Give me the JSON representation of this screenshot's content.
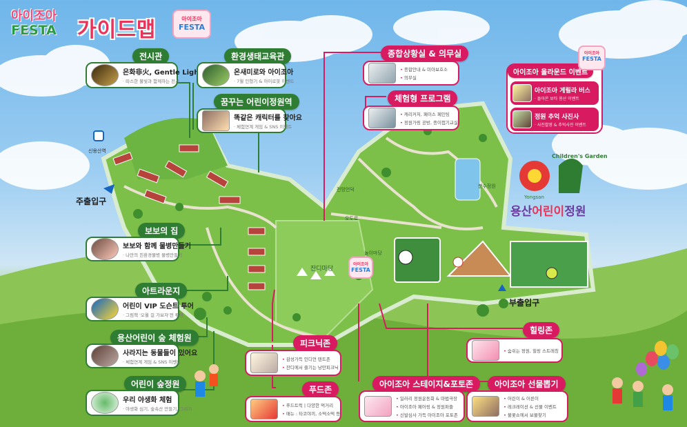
{
  "brand": {
    "line1": "아이조아",
    "line2": "FESTA",
    "title": "가이드맵"
  },
  "badge_text": {
    "line1": "아이조아",
    "line2": "FESTA"
  },
  "zones_left": [
    {
      "header": "전시관",
      "title": "은화非火, Gentle Light",
      "sub": "· 따스한 불빛과 함께하는 전시"
    },
    {
      "header": "환경생태교육관",
      "title": "온새미로와 아이조아",
      "sub": "· 7월 인형기 & 아이로봇 이벤트"
    },
    {
      "header": "꿈꾸는 어린이정원역",
      "title": "똑같은 캐릭터를 찾아요",
      "sub": "· 체험연계 게임 & SNS 이벤트"
    },
    {
      "header": "보보의 집",
      "title": "보보와 함께 물병만들기",
      "sub": "· 나만의 친환경물병 물병만들기"
    },
    {
      "header": "아트라운지",
      "title": "어린이 VIP 도슨트 투어",
      "sub": "· 그림책 '오월 걸 가보자'전 투어"
    },
    {
      "header": "용산어린이 숲 체험원",
      "title": "사라지는 동물들이 있어요",
      "sub": "· 체험연계 게임 & SNS 이벤트"
    },
    {
      "header": "어린이 숲정원",
      "title": "우리 야생화 체험",
      "sub": "· 야생화 심기, 숲속산 만들기, 그리기"
    }
  ],
  "zones_right": [
    {
      "header": "종합상황실 & 의무실",
      "items": [
        "종합안내 & 미아보호소",
        "의무실"
      ]
    },
    {
      "header": "체험형 프로그램",
      "items": [
        "캐리커처, 페이스 페인팅",
        "정원가링 공방, 종이접기교실"
      ]
    },
    {
      "header": "피크닉존",
      "items": [
        "감성가득 인디언 텐트존",
        "잔디에서 즐기는 낭만피크닉"
      ]
    },
    {
      "header": "푸드존",
      "items": [
        "푸드트럭 | 다양한 먹거리",
        "매뉴 : 타코야끼, 소떡소떡 등"
      ]
    },
    {
      "header": "힐링존",
      "items": [
        "숨쉬는 정원, 힐링 스트레칭"
      ]
    },
    {
      "header": "아이조아 스테이지&포토존",
      "items": [
        "일러리 정원운동회 & 마법극장",
        "아이조아 페어링 & 정원퍼즐",
        "신발심사 가득 아이조아 포토존"
      ]
    },
    {
      "header": "아이조아 선물뽑기",
      "items": [
        "어린이 & 어른이",
        "레크레이션 & 선물 이벤트",
        "불꽃쇼에서 보물찾기"
      ]
    }
  ],
  "event": {
    "header": "아이조아 올라운드 이벤트",
    "cards": [
      {
        "title": "아이조아 게릴라 버스",
        "sub": "· 돌아온 보타 용산 이벤트"
      },
      {
        "title": "정원 추억 사진사",
        "sub": "· 사진촬영 & 추억사진 이벤트"
      }
    ]
  },
  "map_labels": {
    "station": "신용산역",
    "main_gate": "주출입구",
    "sub_gate": "부출입구",
    "lawn": "잔디마당",
    "plaza": "전망언덕",
    "pond": "분수정원",
    "garden_en": "Children's Garden",
    "garden_en2": "Yongsan",
    "garden_ko_1": "용산",
    "garden_ko_2": "어린이",
    "garden_ko_3": "정원",
    "small_a": "오도로",
    "small_b": "놀이마당"
  },
  "colors": {
    "zone_green": "#2e7d32",
    "zone_pink": "#d81b60",
    "title_pink": "#e8335a"
  }
}
